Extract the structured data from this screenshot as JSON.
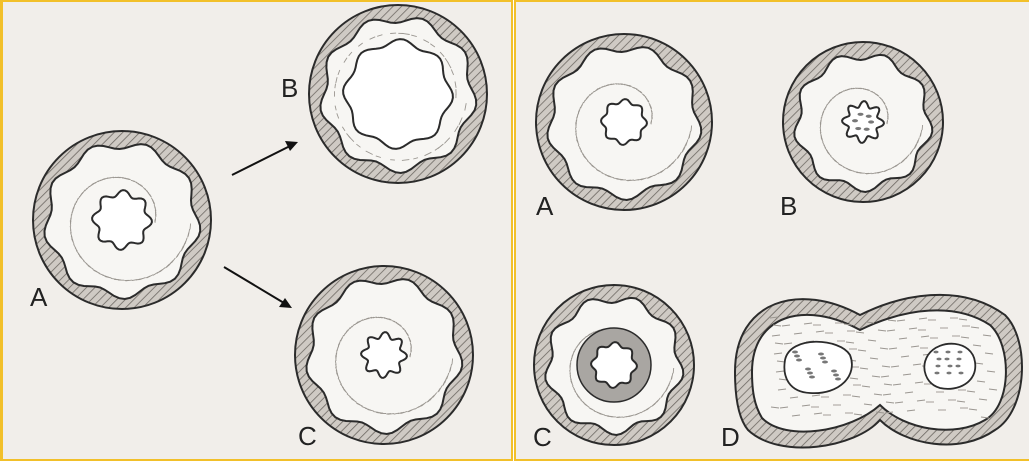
{
  "left_panel": {
    "labels": {
      "a": "A",
      "b": "B",
      "c": "C"
    }
  },
  "right_panel": {
    "labels": {
      "a": "A",
      "b": "B",
      "c": "C",
      "d": "D"
    }
  },
  "colors": {
    "panel_border": "#f2c02a",
    "panel_background": "#f1eeea",
    "stroke": "#2b2b2b",
    "hatch_ring": "#bdb8b2",
    "media_fill": "#f7f6f3",
    "grey_ring": "#a9a6a2"
  }
}
